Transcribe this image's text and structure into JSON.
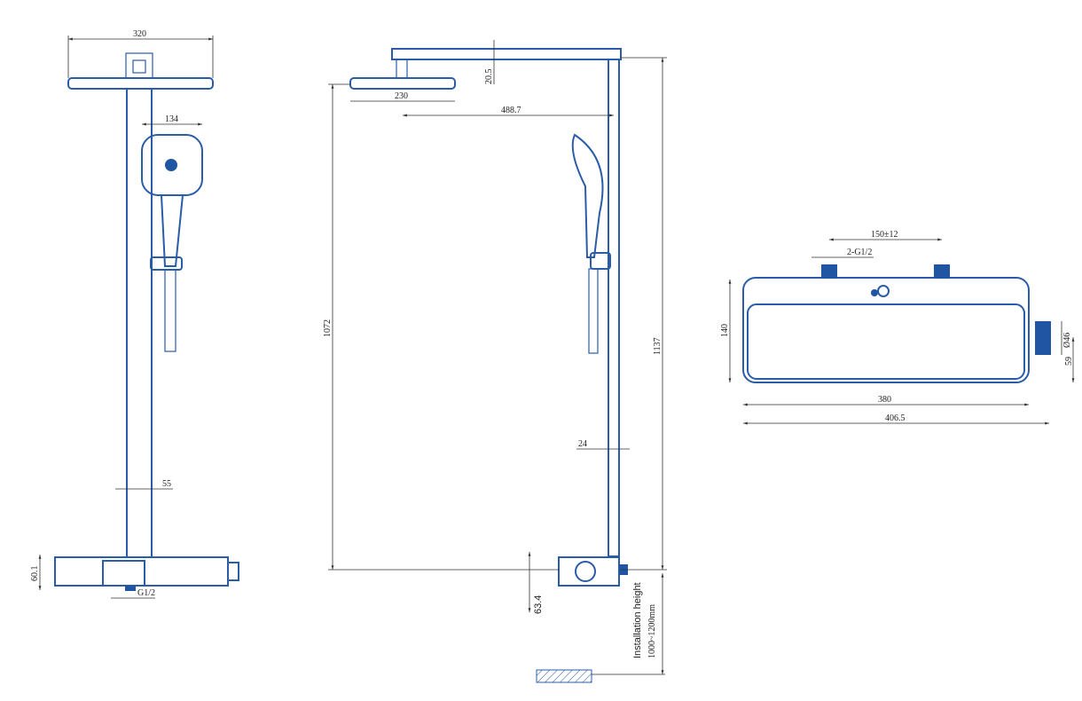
{
  "front_view": {
    "head_width": "320",
    "handshower_width": "134",
    "pipe_offset": "55",
    "valve_height": "60.1",
    "inlet_thread": "G1/2"
  },
  "side_view": {
    "head_diameter": "230",
    "arm_thickness": "20.5",
    "arm_reach": "488.7",
    "height_to_valve": "1072",
    "total_height": "1137",
    "rail_width": "24",
    "valve_offset": "63.4",
    "installation_label": "Installation height",
    "installation_range": "1000~1200mm"
  },
  "top_view": {
    "inlet_spacing": "150±12",
    "inlet_thread": "2-G1/2",
    "depth": "140",
    "outlet_diameter": "Ø46",
    "outlet_height": "59",
    "body_length": "380",
    "overall_length": "406.5"
  },
  "colors": {
    "outline": "#2a5ca8",
    "fill": "#1f55a3"
  }
}
